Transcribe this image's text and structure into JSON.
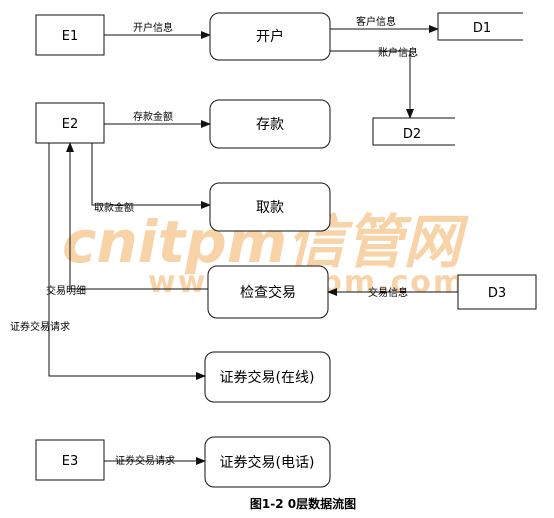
{
  "entities": {
    "e1": "E1",
    "e2": "E2",
    "e3": "E3",
    "e3_right": "D3"
  },
  "processes": {
    "open_account": "开户",
    "deposit": "存款",
    "withdraw": "取款",
    "check_trade": "检查交易",
    "securities_online": "证券交易(在线)",
    "securities_phone": "证券交易(电话)"
  },
  "stores": {
    "d1": "D1",
    "d2": "D2"
  },
  "flows": {
    "e1_to_open": "开户信息",
    "open_to_d1": "客户信息",
    "open_to_d2": "账户信息",
    "e2_to_deposit": "存款金额",
    "e2_to_withdraw": "取款金额",
    "check_to_e2": "交易明细",
    "e2_to_online": "证券交易请求",
    "d3_to_check": "交易信息",
    "e3_to_phone": "证券交易请求"
  },
  "watermark": {
    "main": "cnitpm信管网",
    "sub": "www.cnitpm.com"
  },
  "colors": {
    "line": "#111111",
    "watermark_orange": "#f5b062",
    "background": "#ffffff"
  },
  "caption": "图1-2 0层数据流图"
}
